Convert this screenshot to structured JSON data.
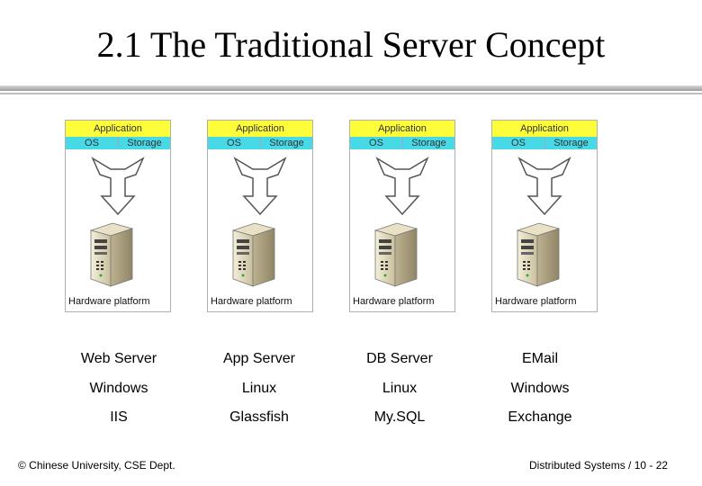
{
  "title": "2.1 The Traditional Server Concept",
  "panel_labels": {
    "application": "Application",
    "os": "OS",
    "storage": "Storage",
    "hardware": "Hardware platform"
  },
  "servers": [
    {
      "role": "Web Server",
      "os": "Windows",
      "software": "IIS"
    },
    {
      "role": "App Server",
      "os": "Linux",
      "software": "Glassfish"
    },
    {
      "role": "DB Server",
      "os": "Linux",
      "software": "My.SQL"
    },
    {
      "role": "EMail",
      "os": "Windows",
      "software": "Exchange"
    }
  ],
  "footer": {
    "left": "© Chinese University, CSE Dept.",
    "right": "Distributed Systems / 10 - 22"
  },
  "colors": {
    "application_layer": "#fdfd3a",
    "os_storage_layer": "#48d9e6"
  },
  "icons": [
    "down-arrow-icon",
    "server-tower-icon"
  ]
}
